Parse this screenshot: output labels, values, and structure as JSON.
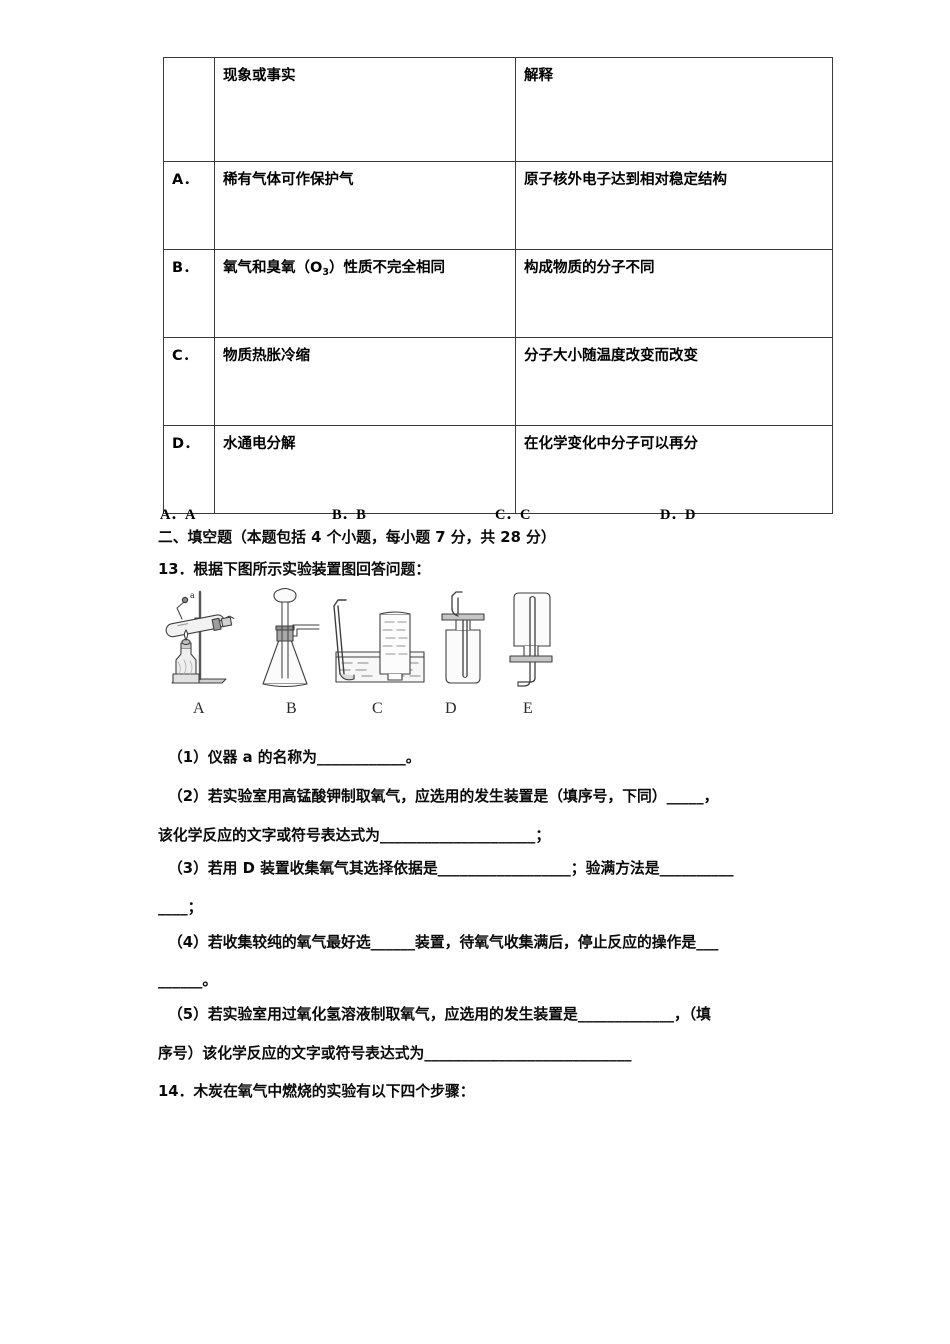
{
  "table": {
    "headers": {
      "label": "",
      "phenomenon": "现象或事实",
      "explanation": "解释"
    },
    "rows": [
      {
        "label": "A．",
        "phenomenon": "稀有气体可作保护气",
        "explanation": "原子核外电子达到相对稳定结构"
      },
      {
        "label": "B．",
        "phenomenon_pre": "氧气和臭氧（O",
        "phenomenon_sub": "3",
        "phenomenon_post": "）性质不完全相同",
        "explanation": "构成物质的分子不同"
      },
      {
        "label": "C．",
        "phenomenon": "物质热胀冷缩",
        "explanation": "分子大小随温度改变而改变"
      },
      {
        "label": "D．",
        "phenomenon": "水通电分解",
        "explanation": "在化学变化中分子可以再分"
      }
    ]
  },
  "choices": [
    "A．A",
    "B．B",
    "C．C",
    "D．D"
  ],
  "section_heading": "二、填空题（本题包括 4 个小题，每小题 7 分，共 28 分）",
  "question13": {
    "stem": "13．根据下图所示实验装置图回答问题：",
    "figure_labels": [
      "A",
      "B",
      "C",
      "D",
      "E"
    ],
    "figure_inner_label": "a",
    "parts": [
      "（1）仪器 a 的名称为____________。",
      "（2）若实验室用高锰酸钾制取氧气，应选用的发生装置是（填序号，下同）_____，",
      "该化学反应的文字或符号表达式为_____________________；",
      "（3）若用 D 装置收集氧气其选择依据是__________________；验满方法是__________",
      "____；",
      "（4）若收集较纯的氧气最好选______装置，待氧气收集满后，停止反应的操作是___",
      "______。",
      "（5）若实验室用过氧化氢溶液制取氧气，应选用的发生装置是_____________，（填",
      "序号）该化学反应的文字或符号表达式为____________________________"
    ]
  },
  "question14": {
    "stem": "14．木炭在氧气中燃烧的实验有以下四个步骤："
  }
}
